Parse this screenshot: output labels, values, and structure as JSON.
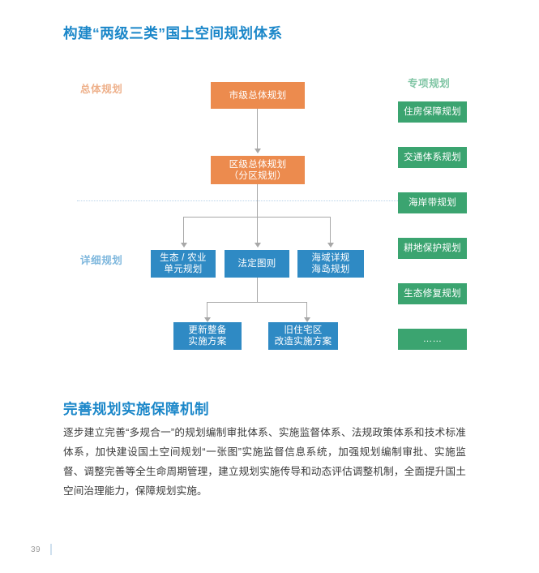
{
  "headings": {
    "main": "构建“两级三类”国土空间规划体系",
    "second": "完善规划实施保障机制"
  },
  "diagram": {
    "column_labels": {
      "overall": "总体规划",
      "detailed": "详细规划",
      "special": "专项规划"
    },
    "overall_nodes": [
      {
        "id": "city-master-plan",
        "line1": "市级总体规划",
        "line2": ""
      },
      {
        "id": "district-master-plan",
        "line1": "区级总体规划",
        "line2": "（分区规划）"
      }
    ],
    "detailed_nodes": [
      {
        "id": "eco-agri-unit-plan",
        "line1": "生态 / 农业",
        "line2": "单元规划"
      },
      {
        "id": "statutory-plan",
        "line1": "法定图则",
        "line2": ""
      },
      {
        "id": "sea-island-plan",
        "line1": "海域详规",
        "line2": "海岛规划"
      }
    ],
    "implementation_nodes": [
      {
        "id": "renewal-plan",
        "line1": "更新整备",
        "line2": "实施方案"
      },
      {
        "id": "old-housing-plan",
        "line1": "旧住宅区",
        "line2": "改造实施方案"
      }
    ],
    "special_nodes": [
      {
        "id": "housing-security-plan",
        "label": "住房保障规划"
      },
      {
        "id": "transport-system-plan",
        "label": "交通体系规划"
      },
      {
        "id": "coastal-zone-plan",
        "label": "海岸带规划"
      },
      {
        "id": "farmland-protection-plan",
        "label": "耕地保护规划"
      },
      {
        "id": "eco-restoration-plan",
        "label": "生态修复规划"
      },
      {
        "id": "more-plans",
        "label": "……"
      }
    ],
    "colors": {
      "overall": "#ec8b4e",
      "detailed": "#2f8ac4",
      "special": "#3ba470",
      "heading": "#1b87c9",
      "connector": "#a8a8a8",
      "divider": "#b9d3e8"
    }
  },
  "body": {
    "paragraph": "逐步建立完善“多规合一”的规划编制审批体系、实施监督体系、法规政策体系和技术标准体系，加快建设国土空间规划“一张图”实施监督信息系统，加强规划编制审批、实施监督、调整完善等全生命周期管理，建立规划实施传导和动态评估调整机制，全面提升国土空间治理能力，保障规划实施。"
  },
  "footer": {
    "page_number": "39"
  }
}
